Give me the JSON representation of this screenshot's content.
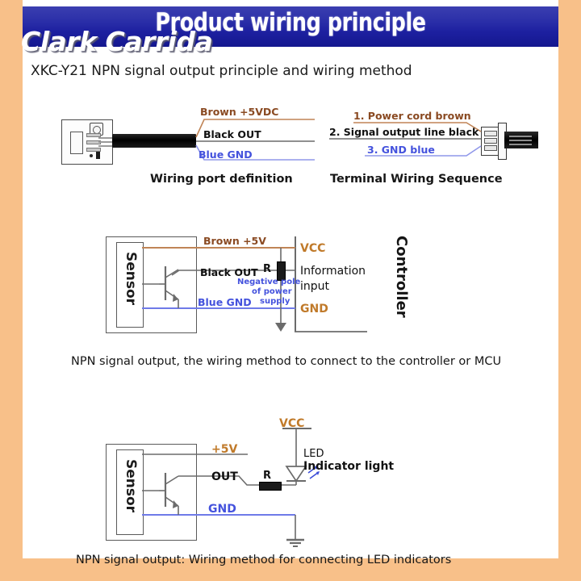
{
  "page": {
    "frame_color": "#f8c089",
    "paper_color": "#ffffff"
  },
  "banner": {
    "title": "Product wiring principle",
    "gradient_top": "#3b3fb0",
    "gradient_bottom": "#14178f",
    "text_color": "#ffffff"
  },
  "watermark": {
    "text": "Clark Carrida"
  },
  "headline": {
    "text": "XKC-Y21 NPN signal output principle and wiring method"
  },
  "colors": {
    "brown": "#8a4a22",
    "black": "#111111",
    "blue": "#4452dd",
    "orange": "#c07a2a",
    "wire_brown": "#c08456",
    "wire_black": "#6b6b6b",
    "wire_blue": "#6f7ae8"
  },
  "diagram_wiring_port": {
    "caption": "Wiring port definition",
    "labels": {
      "brown": "Brown +5VDC",
      "black": "Black OUT",
      "blue": "Blue GND"
    },
    "icon_names": {
      "board": "sensor-module-board-icon",
      "cable": "sensor-cable-icon"
    }
  },
  "diagram_terminal": {
    "caption": "Terminal Wiring Sequence",
    "labels": {
      "brown": "1. Power cord brown",
      "black": "2. Signal output line black",
      "blue": "3. GND blue"
    }
  },
  "diagram_controller": {
    "caption": "NPN signal output, the wiring method to connect to the controller or MCU",
    "sensor_label": "Sensor",
    "controller_label": "Controller",
    "labels": {
      "brown": "Brown +5V",
      "black": "Black OUT",
      "blue": "Blue GND",
      "negative_pole": "Negative pole",
      "of_power": "of power",
      "supply": "supply",
      "vcc": "VCC",
      "information": "Information",
      "input": "input",
      "gnd": "GND",
      "resistor": "R"
    }
  },
  "diagram_led": {
    "caption": "NPN signal output: Wiring method for connecting LED indicators",
    "sensor_label": "Sensor",
    "labels": {
      "vcc": "VCC",
      "plus5v": "+5V",
      "out": "OUT",
      "gnd": "GND",
      "resistor": "R",
      "led": "LED",
      "indicator": "Indicator light"
    }
  }
}
